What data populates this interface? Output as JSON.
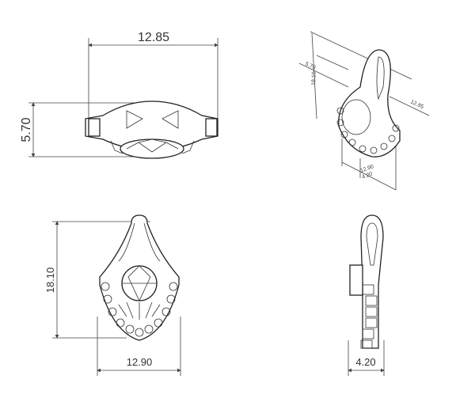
{
  "top_view": {
    "width_label": "12.85",
    "height_label": "5.70"
  },
  "front_view": {
    "height_label": "18.10",
    "width_label": "12.90"
  },
  "side_view": {
    "depth_label": "4.20"
  },
  "iso_view": {
    "labels": [
      "5.70",
      "18.10",
      "12.85",
      "12.90",
      "4.20"
    ]
  }
}
